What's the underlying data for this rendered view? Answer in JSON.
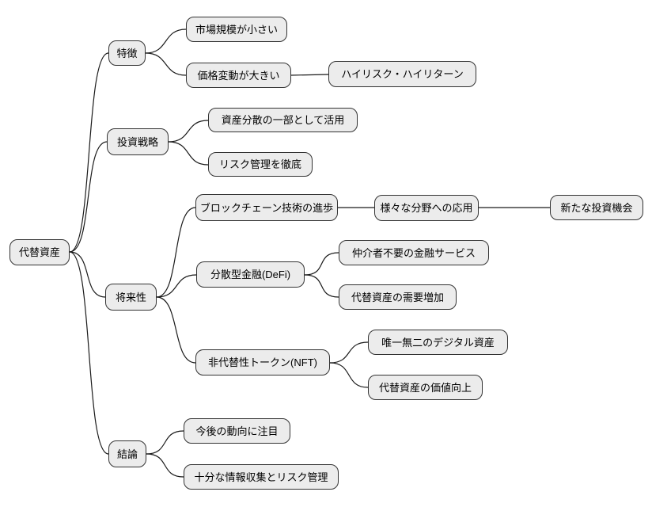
{
  "diagram": {
    "type": "mindmap",
    "root": {
      "label": "代替資産"
    },
    "branches": [
      {
        "label": "特徴",
        "children": [
          {
            "label": "市場規模が小さい"
          },
          {
            "label": "価格変動が大きい",
            "children": [
              {
                "label": "ハイリスク・ハイリターン"
              }
            ]
          }
        ]
      },
      {
        "label": "投資戦略",
        "children": [
          {
            "label": "資産分散の一部として活用"
          },
          {
            "label": "リスク管理を徹底"
          }
        ]
      },
      {
        "label": "将来性",
        "children": [
          {
            "label": "ブロックチェーン技術の進歩",
            "children": [
              {
                "label": "様々な分野への応用",
                "children": [
                  {
                    "label": "新たな投資機会"
                  }
                ]
              }
            ]
          },
          {
            "label": "分散型金融(DeFi)",
            "children": [
              {
                "label": "仲介者不要の金融サービス"
              },
              {
                "label": "代替資産の需要増加"
              }
            ]
          },
          {
            "label": "非代替性トークン(NFT)",
            "children": [
              {
                "label": "唯一無二のデジタル資産"
              },
              {
                "label": "代替資産の価値向上"
              }
            ]
          }
        ]
      },
      {
        "label": "結論",
        "children": [
          {
            "label": "今後の動向に注目"
          },
          {
            "label": "十分な情報収集とリスク管理"
          }
        ]
      }
    ]
  },
  "colors": {
    "canvas_bg": "#ffffff",
    "node_fill": "#ececec",
    "node_border": "#333333",
    "edge_color": "#1a1a1a",
    "text_color": "#000000"
  }
}
